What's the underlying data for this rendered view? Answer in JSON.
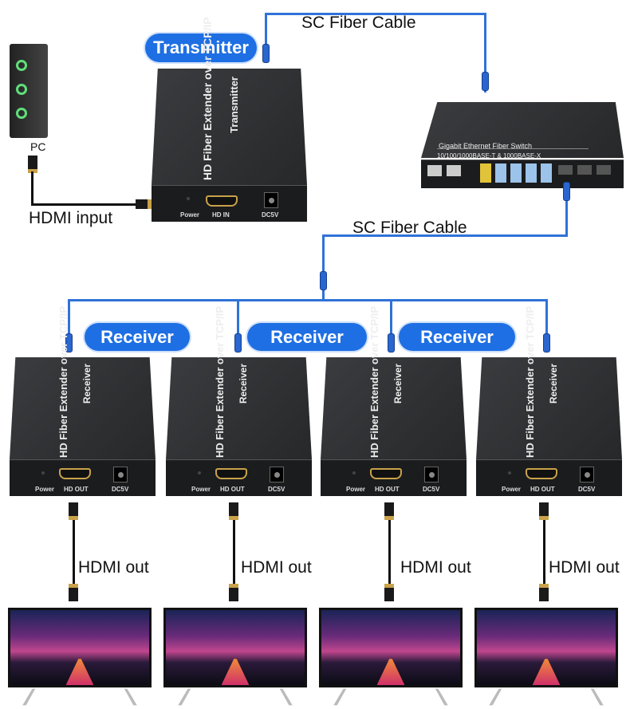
{
  "pc": {
    "label": "PC"
  },
  "hdmi_input": {
    "label": "HDMI input"
  },
  "transmitter": {
    "badge": "Transmitter",
    "title": "HD Fiber Extender over TCP/IP",
    "subtitle": "Transmitter",
    "ports": {
      "power": "Power",
      "hd": "HD IN",
      "dc": "DC5V"
    }
  },
  "fiber_top": {
    "label": "SC Fiber Cable"
  },
  "switch": {
    "title": "Gigabit Ethernet Fiber Switch",
    "subtitle": "10/100/1000BASE-T & 1000BASE-X"
  },
  "fiber_mid": {
    "label": "SC Fiber Cable"
  },
  "receiver_badges": [
    "Receiver",
    "Receiver",
    "Receiver"
  ],
  "receivers": [
    {
      "title": "HD Fiber Extender over TCP/IP",
      "subtitle": "Receiver",
      "power": "Power",
      "hd": "HD OUT",
      "dc": "DC5V",
      "out": "HDMI out"
    },
    {
      "title": "HD Fiber Extender over TCP/IP",
      "subtitle": "Receiver",
      "power": "Power",
      "hd": "HD OUT",
      "dc": "DC5V",
      "out": "HDMI out"
    },
    {
      "title": "HD Fiber Extender over TCP/IP",
      "subtitle": "Receiver",
      "power": "Power",
      "hd": "HD OUT",
      "dc": "DC5V",
      "out": "HDMI out"
    },
    {
      "title": "HD Fiber Extender over TCP/IP",
      "subtitle": "Receiver",
      "power": "Power",
      "hd": "HD OUT",
      "dc": "DC5V",
      "out": "HDMI out"
    }
  ],
  "colors": {
    "badge": "#1e6fe3",
    "fiber": "#2f72d8",
    "device": "#26282a"
  }
}
